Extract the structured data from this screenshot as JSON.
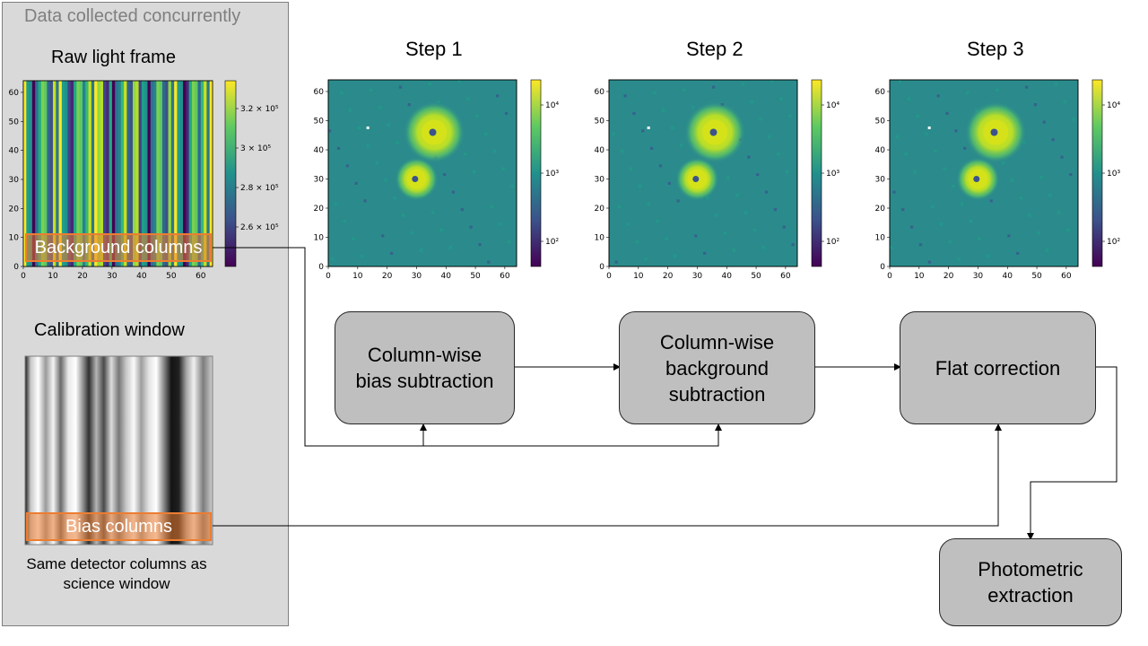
{
  "left_panel": {
    "title": "Data collected concurrently",
    "raw_title": "Raw light frame",
    "raw_highlight": "Background columns",
    "raw_colorbar_ticks": [
      "3.2 × 10⁵",
      "3 × 10⁵",
      "2.8 × 10⁵",
      "2.6 × 10⁵"
    ],
    "calibration_title": "Calibration window",
    "bias_highlight": "Bias columns",
    "note": "Same detector columns as science window"
  },
  "axes": {
    "ticks": [
      "0",
      "10",
      "20",
      "30",
      "40",
      "50",
      "60"
    ]
  },
  "steps": [
    {
      "title": "Step 1",
      "colorbar_ticks": [
        "10⁴",
        "10³",
        "10²"
      ]
    },
    {
      "title": "Step 2",
      "colorbar_ticks": [
        "10⁴",
        "10³",
        "10²"
      ]
    },
    {
      "title": "Step 3",
      "colorbar_ticks": [
        "10⁴",
        "10³",
        "10²"
      ]
    }
  ],
  "process": [
    {
      "label": "Column-wise\nbias subtraction"
    },
    {
      "label": "Column-wise\nbackground\nsubtraction"
    },
    {
      "label": "Flat correction"
    },
    {
      "label": "Photometric\nextraction"
    }
  ],
  "colors": {
    "panel_bg": "#d9d9d9",
    "box_fill": "#bfbfbf",
    "highlight": "#ed7d31",
    "viridis_bg": "#2b8b8c",
    "viridis_star": "#d5e21a"
  }
}
